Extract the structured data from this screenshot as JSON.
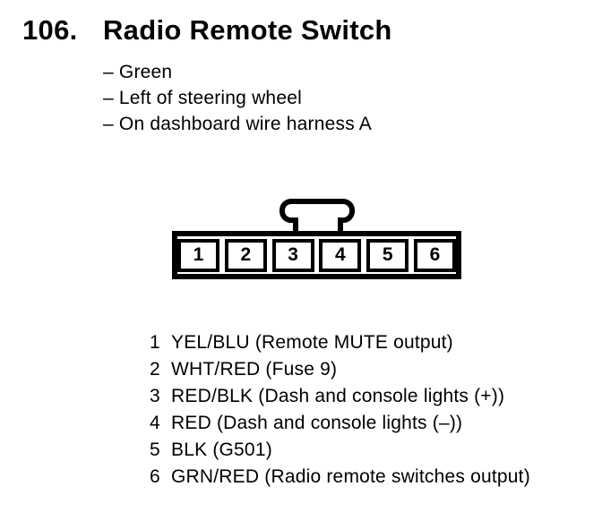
{
  "heading": {
    "number": "106.",
    "title": "Radio Remote Switch"
  },
  "notes": [
    "– Green",
    "– Left of steering wheel",
    "– On dashboard wire harness A"
  ],
  "connector": {
    "pins": [
      "1",
      "2",
      "3",
      "4",
      "5",
      "6"
    ]
  },
  "pin_list": [
    {
      "pin": "1",
      "desc": "YEL/BLU (Remote MUTE output)"
    },
    {
      "pin": "2",
      "desc": "WHT/RED (Fuse 9)"
    },
    {
      "pin": "3",
      "desc": "RED/BLK (Dash and console lights (+))"
    },
    {
      "pin": "4",
      "desc": "RED (Dash and console lights (–))"
    },
    {
      "pin": "5",
      "desc": "BLK (G501)"
    },
    {
      "pin": "6",
      "desc": "GRN/RED (Radio remote switches output)"
    }
  ],
  "colors": {
    "ink": "#000000",
    "paper": "#ffffff"
  }
}
